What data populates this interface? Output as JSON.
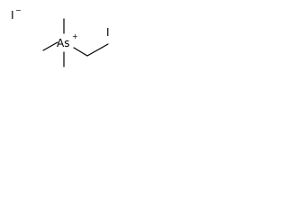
{
  "structure": {
    "counter_ion": {
      "symbol": "I",
      "charge": "−"
    },
    "center_atom": {
      "symbol": "As",
      "charge": "+"
    },
    "substituent_atom": {
      "symbol": "I"
    }
  }
}
